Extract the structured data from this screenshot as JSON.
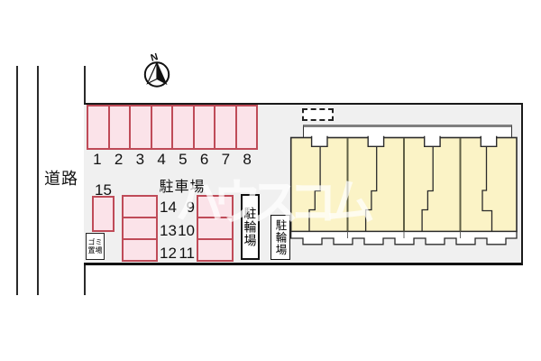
{
  "road": {
    "label": "道路"
  },
  "compass": {
    "north_label": "N"
  },
  "watermark": {
    "text": "ハウスコム"
  },
  "parking_lot": {
    "title": "駐車場",
    "top_row_numbers": [
      "1",
      "2",
      "3",
      "4",
      "5",
      "6",
      "7",
      "8"
    ],
    "space_15_label": "15",
    "middle_left_numbers": [
      "14",
      "13",
      "12"
    ],
    "middle_right_numbers": [
      "9",
      "10",
      "11"
    ]
  },
  "bicycle_parking": {
    "label_outer": "駐輪場",
    "label_inner": "駐輪場"
  },
  "garbage_area": {
    "label_line1": "ゴミ",
    "label_line2": "置場"
  },
  "colors": {
    "site_fill": "#f0f0f0",
    "space_fill": "#fbe3e9",
    "space_border": "#bf4b58",
    "building_fill": "#fbf3c6",
    "outline": "#1a1a1a"
  }
}
